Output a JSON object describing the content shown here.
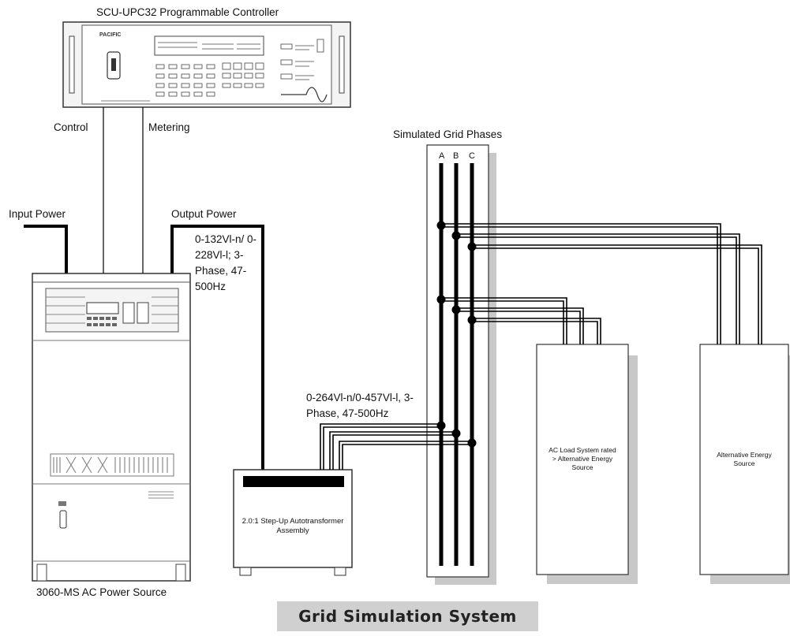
{
  "diagram": {
    "controller": {
      "title": "SCU-UPC32 Programmable Controller",
      "brand": "PACIFIC"
    },
    "control_label": "Control",
    "metering_label": "Metering",
    "input_power_label": "Input Power",
    "output_power_label": "Output Power",
    "output_spec": "0-132Vl-n/ 0-228Vl-l; 3-Phase, 47-500Hz",
    "power_source": {
      "caption": "3060-MS AC Power Source"
    },
    "transformer": {
      "label": "2.0:1 Step-Up Autotransformer Assembly"
    },
    "transformer_spec": "0-264Vl-n/0-457Vl-l, 3-Phase, 47-500Hz",
    "grid": {
      "title": "Simulated Grid Phases",
      "phases": [
        "A",
        "B",
        "C"
      ]
    },
    "ac_load": {
      "label": "AC Load System rated > Alternative Energy Source"
    },
    "alt_source": {
      "label": "Alternative Energy Source"
    },
    "footer_title": "Grid Simulation System",
    "colors": {
      "line": "#000000",
      "shadow": "#c8c8c8",
      "caption_bg": "#d0d0d0"
    }
  }
}
